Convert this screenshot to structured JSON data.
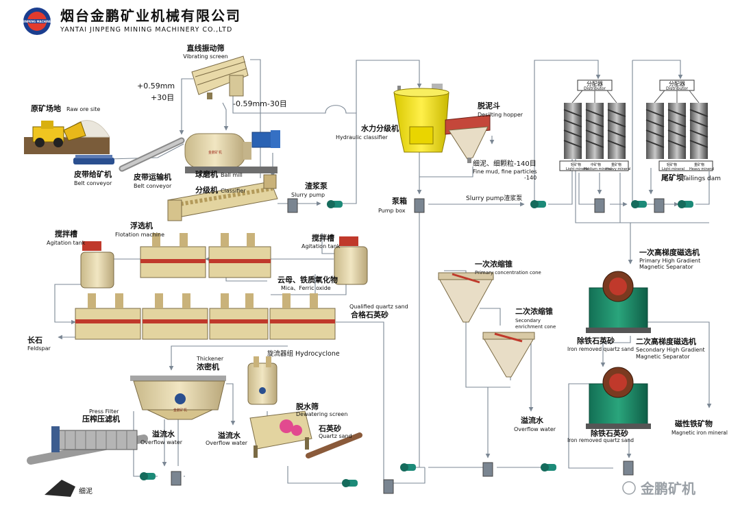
{
  "header": {
    "company_cn": "烟台金鹏矿业机械有限公司",
    "company_en": "YANTAI JINPENG MINING MACHINERY CO.,LTD",
    "logo_text": "JINPENG MACHINE"
  },
  "labels": {
    "vibrating_cn": "直线振动筛",
    "vibrating_en": "Vibrating screen",
    "plus059": "+0.59mm",
    "plus30": "+30目",
    "minus059": "-0.59mm-30目",
    "raw_ore_cn": "原矿场地",
    "raw_ore_en": "Raw ore site",
    "belt_feeder_cn": "皮带给矿机",
    "belt_feeder_en": "Belt conveyor",
    "belt_conv_cn": "皮带运输机",
    "belt_conv_en": "Belt conveyor",
    "ball_mill_cn": "球磨机",
    "ball_mill_en": "Ball mill",
    "classifier_cn": "分级机",
    "classifier_en": "Classifier",
    "slurry_pump_cn": "渣浆泵",
    "slurry_pump_en": "Slurry pump",
    "hydraulic_cn": "水力分级机",
    "hydraulic_en": "Hydraulic classifier",
    "desilting_cn": "脱泥斗",
    "desilting_en": "Desilting hopper",
    "fine_mud_cn": "细泥、细颗粒-140目",
    "fine_mud_en": "Fine mud, fine particles",
    "fine_mud_en2": "-140",
    "pump_box_cn": "泵箱",
    "pump_box_en": "Pump box",
    "slurry_pump2": "Slurry pump渣浆泵",
    "distributor_cn": "分配器",
    "distributor_en": "Distributor",
    "light_cn": "轻矿物",
    "light_en": "Light mineral",
    "medium_cn": "中矿物",
    "medium_en": "Medium mineral",
    "heavy_cn": "重矿物",
    "heavy_en": "Heavy mineral",
    "tailings_cn": "尾矿坝",
    "tailings_en": "Tailings dam",
    "agitation_cn": "搅拌槽",
    "agitation_en": "Agitation tank",
    "flotation_cn": "浮选机",
    "flotation_en": "Flotation machine",
    "mica_cn": "云母、铁质氧化物",
    "mica_en": "Mica、Ferric oxide",
    "qualified_en": "Qualified quartz sand",
    "qualified_cn": "合格石英砂",
    "feldspar_cn": "长石",
    "feldspar_en": "Feldspar",
    "primary_cone_cn": "一次浓缩锥",
    "primary_cone_en": "Primary concentration cone",
    "secondary_cone_cn": "二次浓缩锥",
    "secondary_cone_en1": "Secondary",
    "secondary_cone_en2": "enrichment cone",
    "overflow_cn": "溢流水",
    "overflow_en": "Overflow water",
    "phg_cn": "一次高梯度磁选机",
    "phg_en1": "Primary High Gradient",
    "phg_en2": "Magnetic Separator",
    "iron_removed_cn": "除铁石英砂",
    "iron_removed_en": "Iron removed quartz sand",
    "shg_cn": "二次高梯度磁选机",
    "shg_en1": "Secondary High Gradient",
    "shg_en2": "Magnetic Separator",
    "magnetic_cn": "磁性铁矿物",
    "magnetic_en": "Magnetic iron mineral",
    "thickener_en": "Thickener",
    "thickener_cn": "浓密机",
    "hydrocyclone": "旋流器组 Hydrocyclone",
    "dewatering_cn": "脱水筛",
    "dewatering_en": "Dewatering screen",
    "quartz_sand_cn": "石英砂",
    "quartz_sand_en": "Quartz sand",
    "press_en": "Press Filter",
    "press_cn": "压榨压滤机",
    "fine_mud_bottom": "细泥",
    "brand_stamp": "金鹏矿机",
    "watermark": "金鹏矿机"
  },
  "colors": {
    "equipment_yellow": "#e8d9a8",
    "equipment_red": "#c0392b",
    "separator_green": "#1f8f6a",
    "hydraulic_yellow": "#f4e21a",
    "pump_green": "#1c8a78",
    "flow_line": "#7b8794",
    "box_fill": "#7a8591"
  }
}
